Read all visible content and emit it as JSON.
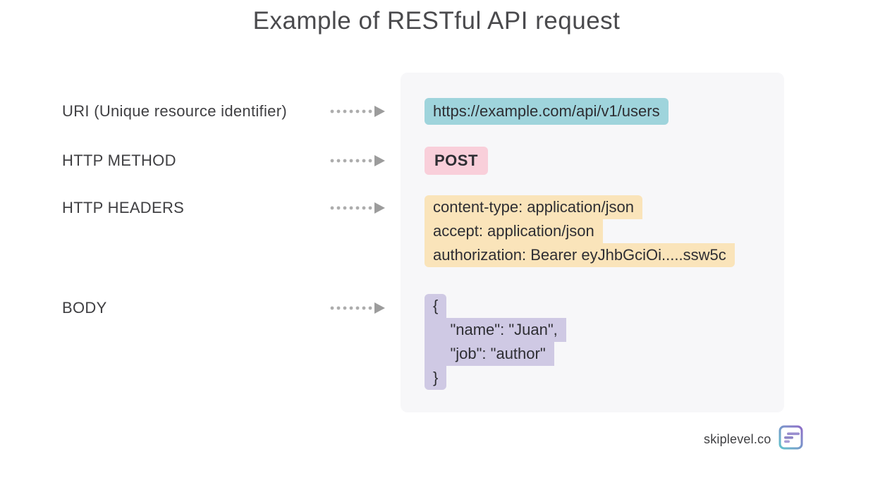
{
  "title": "Example of RESTful API request",
  "rows": [
    {
      "label": "URI (Unique resource identifier)"
    },
    {
      "label": "HTTP METHOD"
    },
    {
      "label": "HTTP HEADERS"
    },
    {
      "label": "BODY"
    }
  ],
  "request": {
    "uri": "https://example.com/api/v1/users",
    "method": "POST",
    "headers": [
      "content-type: application/json",
      "accept: application/json",
      "authorization: Bearer eyJhbGciOi.....ssw5c"
    ],
    "body_lines": [
      "{",
      "    \"name\": \"Juan\",",
      "    \"job\": \"author\"",
      "}"
    ]
  },
  "footer": {
    "brand": "skiplevel.co"
  },
  "colors": {
    "uri-highlight": "#9fd4dc",
    "method-highlight": "#f9cfda",
    "headers-highlight": "#fae4ba",
    "body-highlight": "#cfc9e4",
    "panel-bg": "#f7f7f9",
    "text-dark": "#2e2e33",
    "label-gray": "#3f3f42",
    "title-gray": "#4a4a4d",
    "arrow-dot-gray": "#adadad",
    "arrow-head-gray": "#9c9c9c",
    "logo-teal": "#62c3cc",
    "logo-purple": "#8e6cc8",
    "logo-bar-purple": "#9a8ecf"
  }
}
